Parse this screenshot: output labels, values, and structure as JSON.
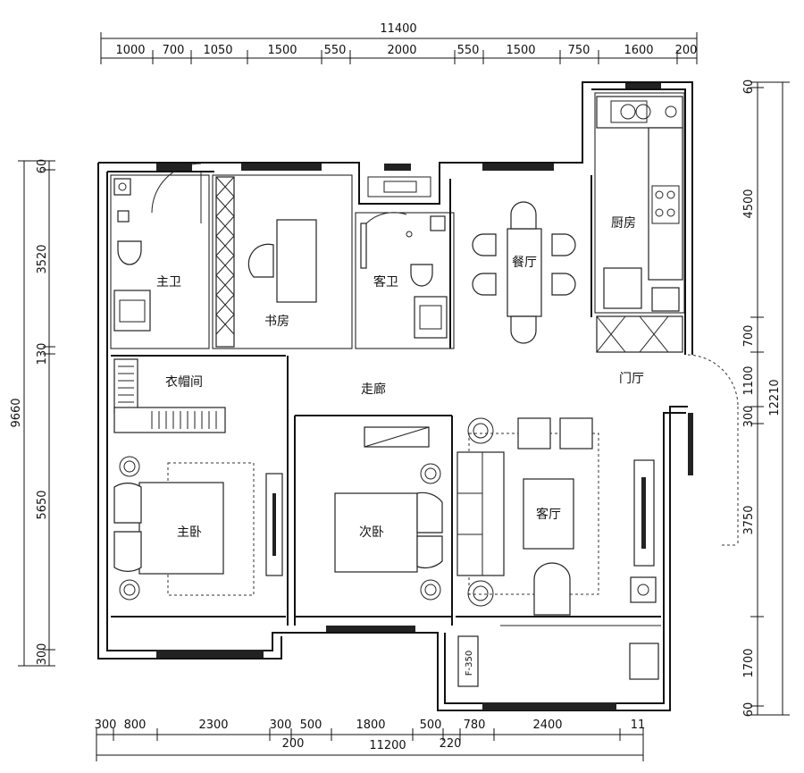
{
  "dimensions": {
    "top_total": "11400",
    "top": [
      "1000",
      "700",
      "1050",
      "1500",
      "550",
      "2000",
      "550",
      "1500",
      "750",
      "1600",
      "200"
    ],
    "left_total": "9660",
    "left": [
      "60",
      "3520",
      "130",
      "5650",
      "300"
    ],
    "right_total": "12210",
    "right": [
      "60",
      "4500",
      "700",
      "1100",
      "300",
      "3750",
      "1700",
      "60"
    ],
    "bottom": [
      "300",
      "800",
      "2300",
      "300",
      "500",
      "1800",
      "500",
      "780",
      "2400",
      "11"
    ],
    "bottom_sub": [
      "200",
      "220"
    ],
    "bottom_total": "11200"
  },
  "rooms": {
    "master_bath": "主卫",
    "study": "书房",
    "guest_bath": "客卫",
    "dining": "餐厅",
    "kitchen": "厨房",
    "cloakroom": "衣帽间",
    "corridor": "走廊",
    "foyer": "门厅",
    "master_bedroom": "主卧",
    "second_bedroom": "次卧",
    "living_room": "客厅"
  },
  "fixtures": {
    "water_heater": "F-350"
  }
}
